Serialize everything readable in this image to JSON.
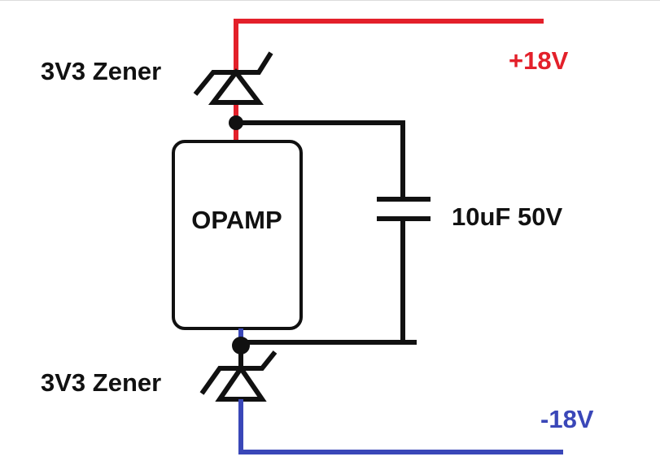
{
  "diagram": {
    "labels": {
      "zener_top": "3V3 Zener",
      "zener_bottom": "3V3 Zener",
      "opamp": "OPAMP",
      "capacitor": "10uF 50V",
      "positive_rail": "+18V",
      "negative_rail": "-18V"
    },
    "colors": {
      "positive_wire": "#e3202a",
      "negative_wire": "#3a47b8",
      "component": "#111111",
      "positive_label": "#e3202a",
      "negative_label": "#3a47b8"
    }
  }
}
